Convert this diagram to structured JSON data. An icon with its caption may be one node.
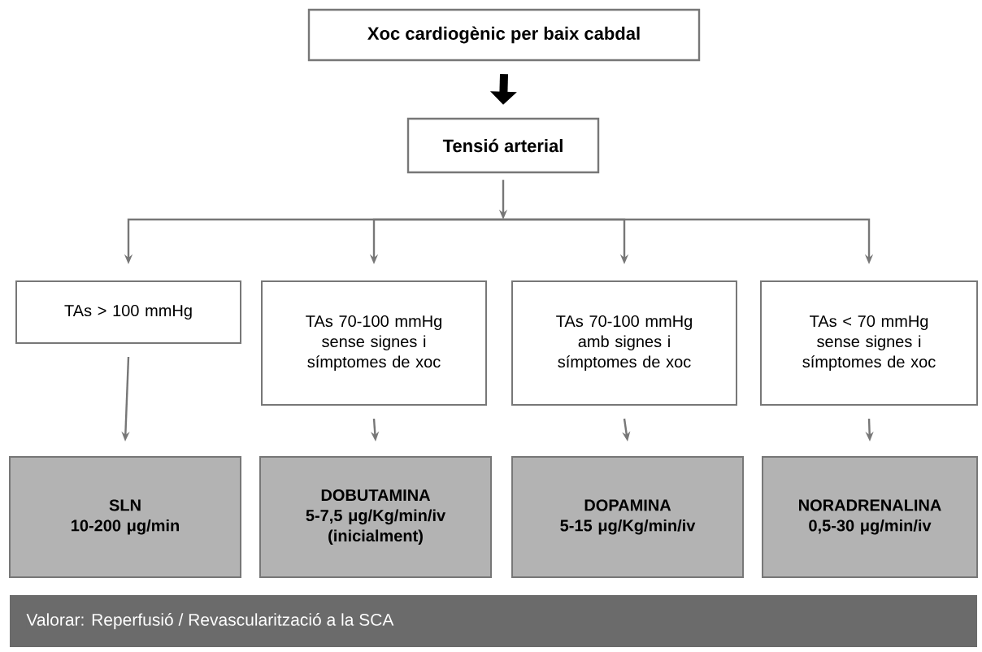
{
  "diagram": {
    "nodes": [
      {
        "text": [
          "Xoc cardiogènic per baix cabdal"
        ]
      },
      {
        "text": [
          "Tensió arterial"
        ]
      },
      {
        "text": [
          "TAs > 100 mmHg"
        ]
      },
      {
        "text": [
          "TAs 70-100 mmHg sense signes i símptomes de xoc"
        ]
      },
      {
        "text": [
          "TAs 70-100 mmHg amb signes i símptomes de xoc"
        ]
      },
      {
        "text": [
          "TAs < 70 mmHg sense signes i símptomes de xoc"
        ]
      },
      {
        "text": [
          "SLN",
          "10-200 μg/min"
        ]
      },
      {
        "text": [
          "DOBUTAMINA",
          "5-7,5 μg/Kg/min/iv (inicialment)"
        ]
      },
      {
        "text": [
          "DOPAMINA",
          "5-15 μg/Kg/min/iv"
        ]
      },
      {
        "text": [
          "NORADRENALINA",
          "0,5-30 μg/min/iv"
        ]
      },
      {
        "text": [
          "Valorar: Reperfusió / Revascularització  a la SCA"
        ]
      }
    ],
    "edges": [
      {
        "from": 0,
        "to": 1,
        "arrow": "to",
        "style": "thick",
        "color": "#000000"
      },
      {
        "from": 1,
        "to": 2,
        "arrow": "to"
      },
      {
        "from": 1,
        "to": 3,
        "arrow": "to"
      },
      {
        "from": 1,
        "to": 4,
        "arrow": "to"
      },
      {
        "from": 1,
        "to": 5,
        "arrow": "to"
      },
      {
        "from": 2,
        "to": 6,
        "arrow": "to"
      },
      {
        "from": 3,
        "to": 7,
        "arrow": "to"
      },
      {
        "from": 4,
        "to": 8,
        "arrow": "to"
      },
      {
        "from": 5,
        "to": 9,
        "arrow": "to"
      }
    ]
  }
}
